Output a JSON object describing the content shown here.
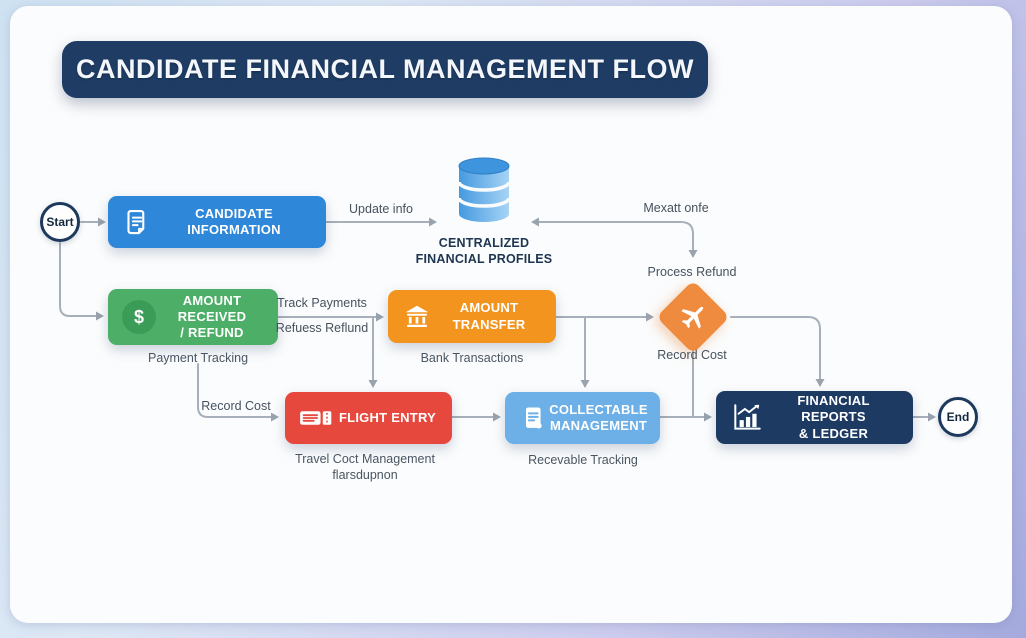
{
  "title": "CANDIDATE FINANCIAL MANAGEMENT FLOW",
  "colors": {
    "title_bg": "#1e3c64",
    "candidate_info": "#2e87d8",
    "amount_received": "#4cae67",
    "amount_transfer": "#f3941f",
    "flight_entry": "#e6483d",
    "collectable": "#6cb0e7",
    "financial_reports": "#1d3a63",
    "refund_diamond": "#ef8b3e",
    "connector": "#a7afba",
    "terminal_border": "#1d3a5c"
  },
  "nodes": {
    "start": "Start",
    "end": "End",
    "candidate_info": "CANDIDATE INFORMATION",
    "database": "CENTRALIZED\nFINANCIAL PROFILES",
    "amount_received": "AMOUNT RECEIVED\n/ REFUND",
    "amount_transfer": "AMOUNT TRANSFER",
    "flight_entry": "FLIGHT ENTRY",
    "collectable": "COLLECTABLE\nMANAGEMENT",
    "financial_reports": "FINANCIAL REPORTS\n& LEDGER"
  },
  "icons": {
    "dollar_glyph": "$"
  },
  "captions": {
    "payment_tracking": "Payment Tracking",
    "bank_transactions": "Bank Transactions",
    "travel_cost": "Travel Coct Management\nflarsdupnon",
    "receivable_tracking": "Recevable Tracking"
  },
  "edge_labels": {
    "update_info": "Update info",
    "read_write": "Mexatt onfe",
    "track_payments": "Track Payments",
    "refuses_refund": "Refuess Reflund",
    "process_refund": "Process Refund",
    "record_cost_flight": "Record Cost",
    "record_cost_diamond": "Record Cost"
  }
}
